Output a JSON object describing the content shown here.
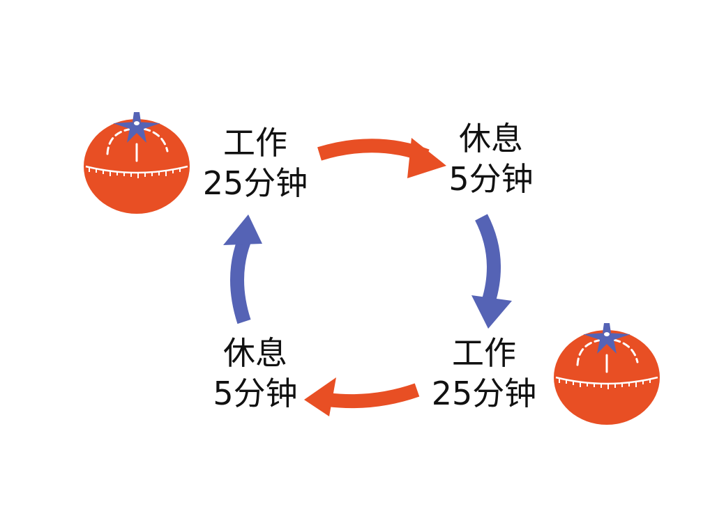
{
  "nodes": {
    "work_top": {
      "line1": "工作",
      "line2": "25分钟"
    },
    "rest_right": {
      "line1": "休息",
      "line2": "5分钟"
    },
    "work_bottom": {
      "line1": "工作",
      "line2": "25分钟"
    },
    "rest_left": {
      "line1": "休息",
      "line2": "5分钟"
    }
  },
  "colors": {
    "tomato": "#e84f24",
    "tomato_stem": "#5563b5",
    "arrow_work": "#e84f24",
    "arrow_rest": "#5563b5",
    "text": "#111111"
  },
  "icons": [
    "tomato-timer-icon",
    "tomato-timer-icon"
  ]
}
